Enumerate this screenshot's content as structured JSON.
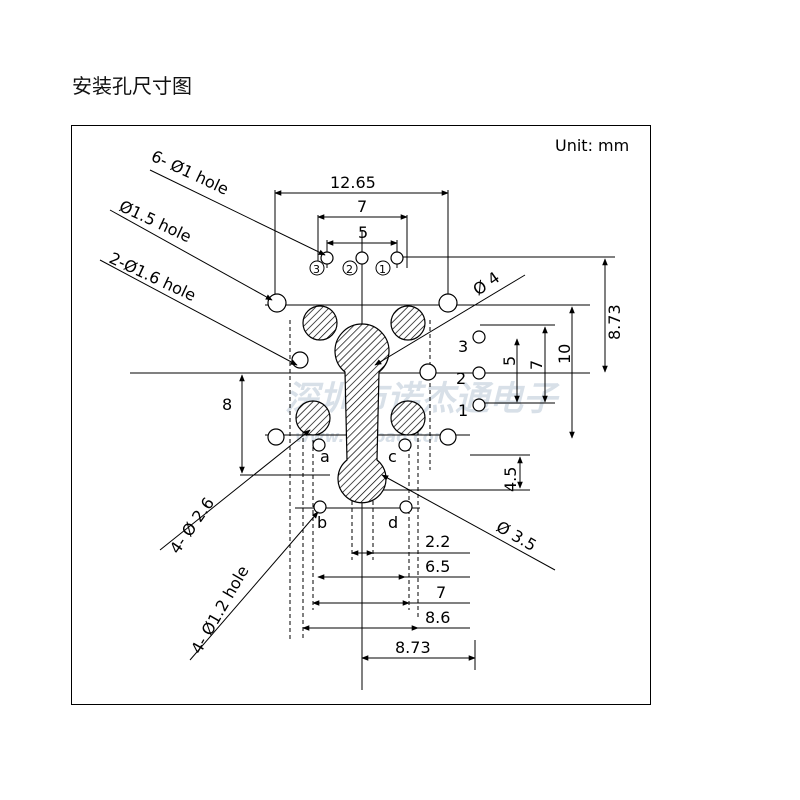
{
  "title": "安装孔尺寸图",
  "unit": "Unit: mm",
  "callouts": {
    "six_hole": "6- Ø1 hole",
    "d15_hole": "Ø1.5  hole",
    "two_hole": "2-Ø1.6  hole",
    "d4": "Ø 4",
    "four_d26": "4- Ø 2.6",
    "four_d12": "4- Ø1.2  hole",
    "d35": "Ø 3.5"
  },
  "dims_top": {
    "w1265": "12.65",
    "w7": "7",
    "w5": "5"
  },
  "dims_right": {
    "v873": "8.73",
    "v10": "10",
    "v7": "7",
    "v5": "5",
    "v45": "4.5"
  },
  "dims_left": {
    "v8": "8"
  },
  "dims_bottom": {
    "h22": "2.2",
    "h65": "6.5",
    "h7": "7",
    "h86": "8.6",
    "h873": "8.73"
  },
  "pin_labels": {
    "p3": "3",
    "p2": "2",
    "p1": "1",
    "pa": "a",
    "pb": "b",
    "pc": "c",
    "pd": "d"
  },
  "circled_pins": {
    "c3": "3",
    "c2": "2",
    "c1": "1"
  },
  "watermark": {
    "line1": "深圳市诺杰通电子",
    "line2": "www.taobao.com"
  }
}
